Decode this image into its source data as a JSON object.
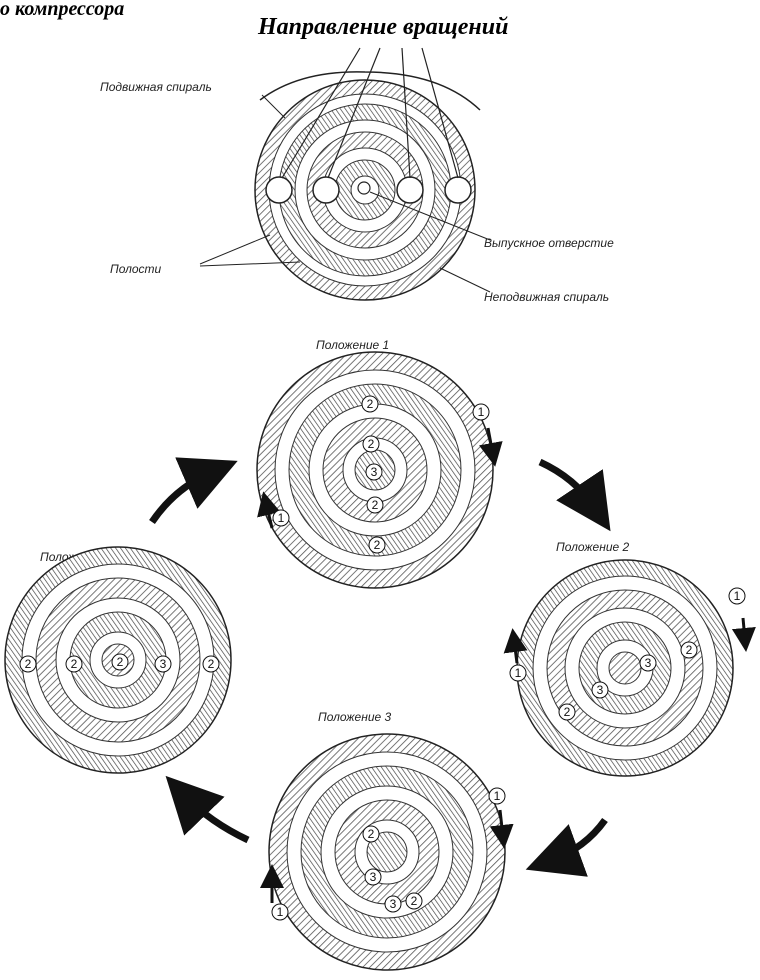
{
  "headings": {
    "title_fragment": "о компрессора",
    "rotation_direction": "Направление вращений"
  },
  "top_diagram": {
    "moving_scroll": "Подвижная спираль",
    "cavities": "Полости",
    "discharge_port": "Выпускное отверстие",
    "fixed_scroll": "Неподвижная спираль"
  },
  "positions": [
    {
      "label": "Положение 1",
      "markers": [
        "1",
        "1",
        "2",
        "2",
        "3",
        "2",
        "2"
      ]
    },
    {
      "label": "Положение 2",
      "markers": [
        "1",
        "1",
        "2",
        "3",
        "3",
        "2"
      ]
    },
    {
      "label": "Положение 3",
      "markers": [
        "1",
        "1",
        "2",
        "3",
        "3",
        "2"
      ]
    },
    {
      "label": "Положение 4",
      "markers": [
        "2",
        "2",
        "3",
        "2",
        "2"
      ]
    }
  ],
  "colors": {
    "ink": "#1a1a1a",
    "hatch": "#555555",
    "background": "#ffffff"
  }
}
